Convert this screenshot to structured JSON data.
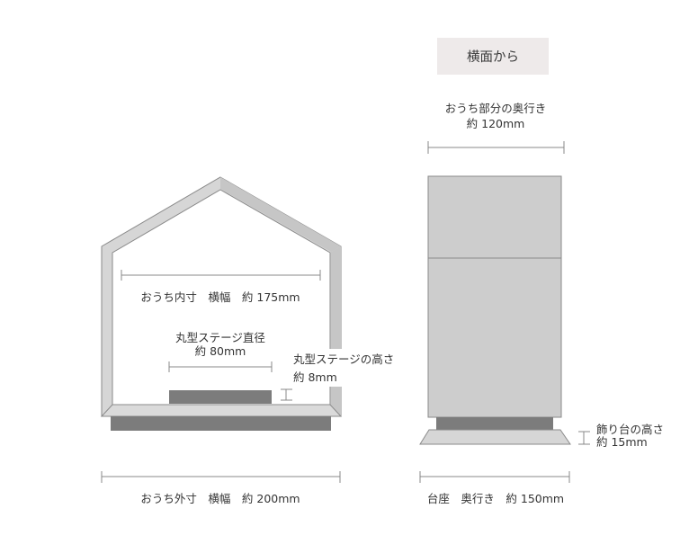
{
  "side_tag": "横面から",
  "labels": {
    "inner_width": "おうち内寸　横幅　約 175mm",
    "stage_diameter_1": "丸型ステージ直径",
    "stage_diameter_2": "約 80mm",
    "stage_height_1": "丸型ステージの高さ",
    "stage_height_2": "約 8mm",
    "outer_width": "おうち外寸　横幅　約 200mm",
    "house_depth_1": "おうち部分の奥行き",
    "house_depth_2": "約 120mm",
    "ornament_height_1": "飾り台の高さ",
    "ornament_height_2": "約 15mm",
    "base_depth": "台座　奥行き　約 150mm"
  },
  "colors": {
    "frame_light": "#d6d6d6",
    "frame_shade": "#c4c4c4",
    "body_fill": "#cdcdcd",
    "dark_fill": "#7c7c7c",
    "line": "#888888",
    "tag_bg": "#eeeaea",
    "text": "#333333"
  }
}
